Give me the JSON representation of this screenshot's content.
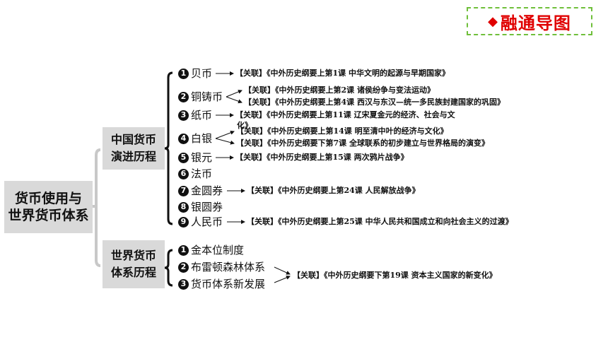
{
  "header": {
    "label": "融通导图"
  },
  "root": {
    "line1": "货币使用与",
    "line2": "世界货币体系"
  },
  "branch1": {
    "line1": "中国货币",
    "line2": "演进历程",
    "items": [
      {
        "n": "1",
        "label": "贝币"
      },
      {
        "n": "2",
        "label": "铜铸币"
      },
      {
        "n": "3",
        "label": "纸币"
      },
      {
        "n": "4",
        "label": "白银"
      },
      {
        "n": "5",
        "label": "银元"
      },
      {
        "n": "6",
        "label": "法币"
      },
      {
        "n": "7",
        "label": "金圆券"
      },
      {
        "n": "8",
        "label": "银圆券"
      },
      {
        "n": "9",
        "label": "人民币"
      }
    ],
    "refs": [
      "【关联】《中外历史纲要上第1课 中华文明的起源与早期国家》",
      "【关联】《中外历史纲要上第2课 诸侯纷争与变法运动》",
      "【关联】《中外历史纲要上第4课 西汉与东汉—统一多民族封建国家的巩固》",
      "【关联】《中外历史纲要上第11课 辽宋夏金元的经济、社会与文",
      "化》",
      "【关联】《中外历史纲要上第14课 明至清中叶的经济与文化》",
      "【关联】《中外历史纲要下第7课 全球联系的初步建立与世界格局的演变》",
      "【关联】《中外历史纲要上第15课 两次鸦片战争》",
      "【关联】《中外历史纲要上第24课 人民解放战争》",
      "【关联】《中外历史纲要上第25课 中华人民共和国成立和向社会主义的过渡》"
    ]
  },
  "branch2": {
    "line1": "世界货币",
    "line2": "体系历程",
    "items": [
      {
        "n": "1",
        "label": "金本位制度"
      },
      {
        "n": "2",
        "label": "布雷顿森林体系"
      },
      {
        "n": "3",
        "label": "货币体系新发展"
      }
    ],
    "ref": "【关联】《中外历史纲要下第19课 资本主义国家的新变化》"
  }
}
